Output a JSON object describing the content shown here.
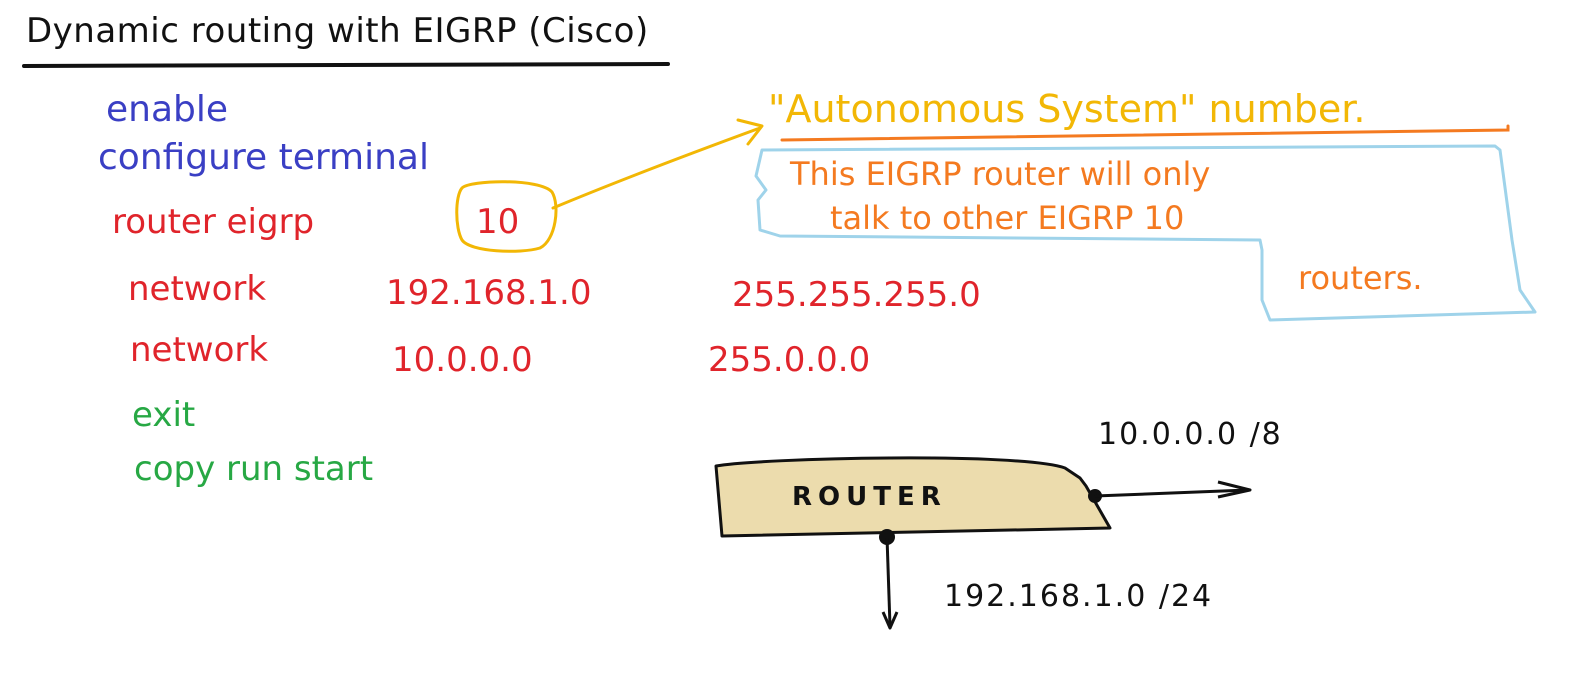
{
  "title": "Dynamic routing with EIGRP (Cisco)",
  "commands": {
    "enable": "enable",
    "configure": "configure terminal",
    "router_prefix": "router eigrp",
    "as_number": "10",
    "network1_keyword": "network",
    "network1_address": "192.168.1.0",
    "network1_mask": "255.255.255.0",
    "network2_keyword": "network",
    "network2_address": "10.0.0.0",
    "network2_mask": "255.0.0.0",
    "exit": "exit",
    "save": "copy run start"
  },
  "annotation": {
    "heading": "\"Autonomous System\" number.",
    "line1": "This EIGRP router will only",
    "line2": "talk to other EIGRP 10",
    "line3": "routers."
  },
  "diagram": {
    "router_label": "ROUTER",
    "right_network": "10.0.0.0 /8",
    "bottom_network": "192.168.1.0 /24"
  },
  "colors": {
    "title": "#111111",
    "blue_commands": "#3a3fc4",
    "red_commands": "#e0242b",
    "green_commands": "#27a844",
    "highlight_yellow": "#f2b705",
    "note_orange": "#f47a20",
    "callout_border": "#9fd3ea",
    "router_fill": "#ecdcad"
  }
}
